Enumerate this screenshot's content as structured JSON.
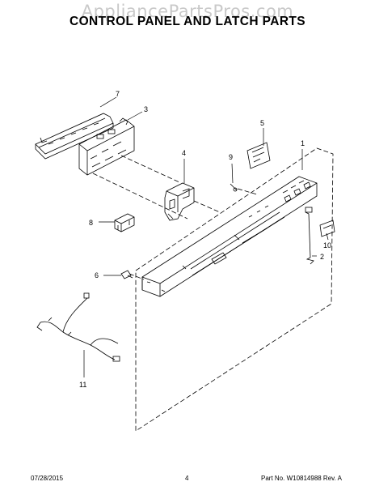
{
  "watermark": "AppliancePartsPros.com",
  "title": "CONTROL PANEL AND LATCH PARTS",
  "callouts": [
    {
      "id": "c1",
      "label": "1"
    },
    {
      "id": "c2",
      "label": "2"
    },
    {
      "id": "c3",
      "label": "3"
    },
    {
      "id": "c4",
      "label": "4"
    },
    {
      "id": "c5",
      "label": "5"
    },
    {
      "id": "c6",
      "label": "6"
    },
    {
      "id": "c7",
      "label": "7"
    },
    {
      "id": "c8",
      "label": "8"
    },
    {
      "id": "c9",
      "label": "9"
    },
    {
      "id": "c10",
      "label": "10"
    },
    {
      "id": "c11",
      "label": "11"
    }
  ],
  "footer": {
    "date": "07/28/2015",
    "page": "4",
    "part": "Part No. W10814988  Rev. A"
  }
}
